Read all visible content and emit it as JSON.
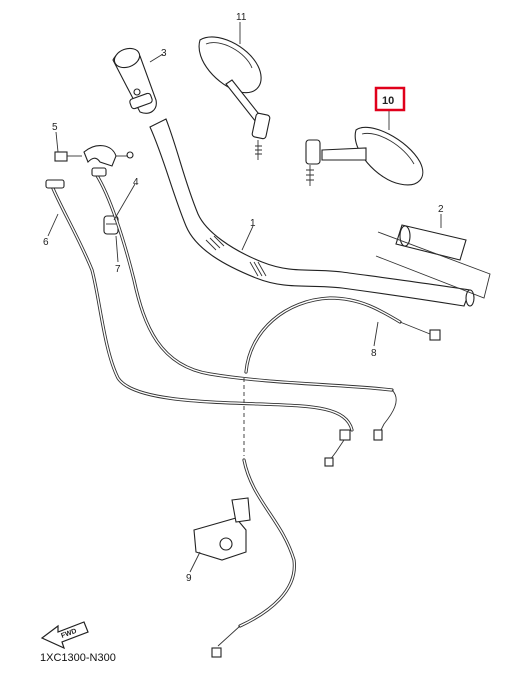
{
  "diagram": {
    "code": "1XC1300-N300",
    "fwd_label": "FWD",
    "highlight_color": "#e0001b",
    "parts": [
      {
        "id": "p1",
        "number": "1"
      },
      {
        "id": "p2",
        "number": "2"
      },
      {
        "id": "p3",
        "number": "3"
      },
      {
        "id": "p4",
        "number": "4"
      },
      {
        "id": "p5",
        "number": "5"
      },
      {
        "id": "p6",
        "number": "6"
      },
      {
        "id": "p7",
        "number": "7"
      },
      {
        "id": "p8",
        "number": "8"
      },
      {
        "id": "p9",
        "number": "9"
      },
      {
        "id": "p10",
        "number": "10",
        "highlighted": true
      },
      {
        "id": "p11",
        "number": "11"
      }
    ]
  }
}
